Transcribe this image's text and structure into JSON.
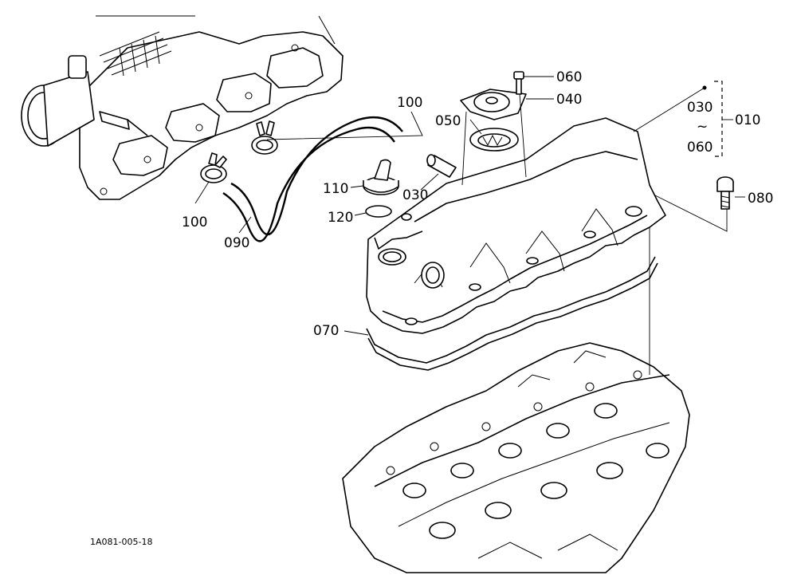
{
  "labels": {
    "p010": "010",
    "p030_range_start": "030",
    "range_tilde": "~",
    "p060_range_end": "060",
    "p060": "060",
    "p040": "040",
    "p050": "050",
    "p030": "030",
    "p100_top": "100",
    "p100_left": "100",
    "p110": "110",
    "p120": "120",
    "p090": "090",
    "p080": "080",
    "p070": "070"
  },
  "drawing_code": "1A081-005-18"
}
